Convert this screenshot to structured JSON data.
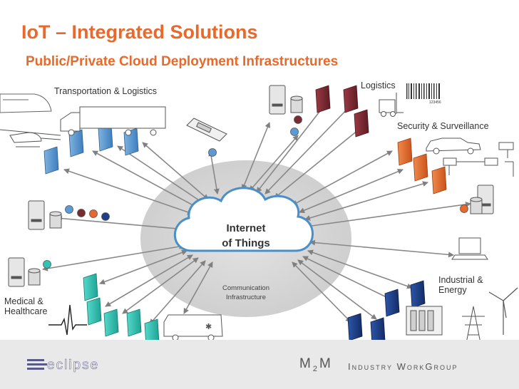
{
  "header": {
    "title": "IoT – Integrated Solutions",
    "subtitle": "Public/Private Cloud Deployment Infrastructures"
  },
  "labels": {
    "transport": "Transportation & Logistics",
    "logistics": "Logistics",
    "security": "Security & Surveillance",
    "industrial_line1": "Industrial &",
    "industrial_line2": "Energy",
    "medical_line1": "Medical &",
    "medical_line2": "Healthcare",
    "barcode_number": "123456"
  },
  "cloud": {
    "line1": "Internet",
    "line2": "of Things"
  },
  "communication": {
    "line1": "Communication",
    "line2": "Infrastructure"
  },
  "footer": {
    "eclipse_logo": "eclipse",
    "m2m_m1": "M",
    "m2m_2": "2",
    "m2m_m2": "M",
    "industry_workgroup": "Industry WorkGroup"
  },
  "colors": {
    "title": "#e8692b",
    "transport_device": "#5b9bd5",
    "logistics_device": "#7b2a32",
    "security_device": "#e8692b",
    "industrial_device": "#1f3f8a",
    "medical_device": "#2ec4b6",
    "cloud_fill": "#ffffff",
    "cloud_stroke": "#4a8fc8",
    "background_ellipse": "#d9d9d9",
    "arrow": "#888888"
  }
}
